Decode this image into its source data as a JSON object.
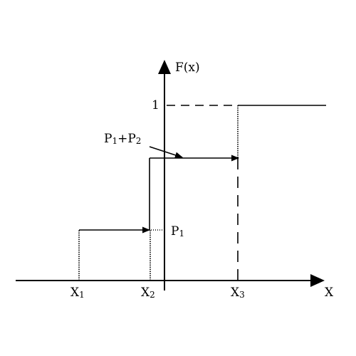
{
  "diagram": {
    "y_axis_label": "F(x)",
    "x_axis_label": "X",
    "level_one_label": "1",
    "p1_label": "P",
    "p1_sub": "1",
    "p12_label_a": "P",
    "p12_sub_a": "1",
    "p12_plus": "+P",
    "p12_sub_b": "2",
    "x1_main": "X",
    "x1_sub": "1",
    "x2_main": "X",
    "x2_sub": "2",
    "x3_main": "X",
    "x3_sub": "3"
  }
}
